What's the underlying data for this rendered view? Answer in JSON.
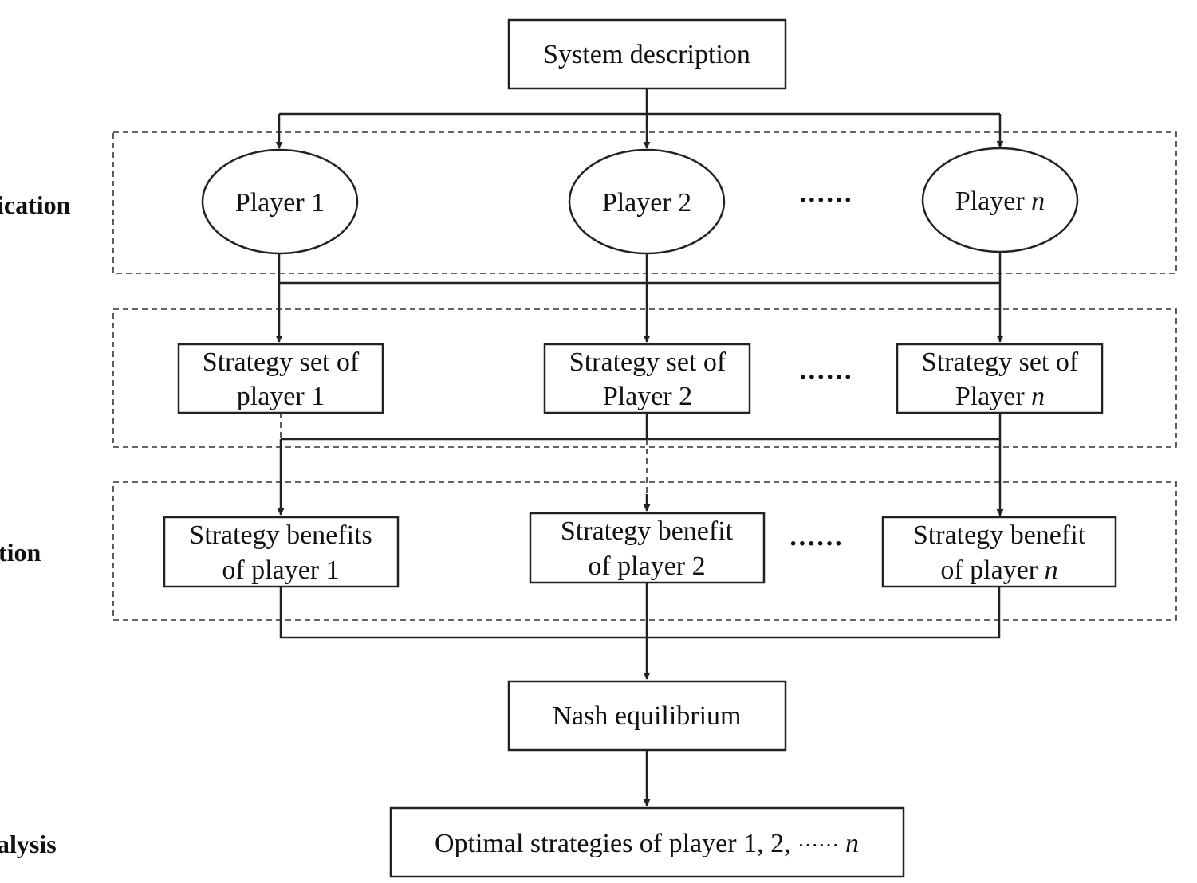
{
  "side_labels": {
    "top": "ication",
    "middle": "tion",
    "bottom": "alysis"
  },
  "system": "System description",
  "players": [
    {
      "prefix": "Player ",
      "num": "1"
    },
    {
      "prefix": "Player ",
      "num": "2"
    },
    {
      "prefix": "Player ",
      "num": "n"
    }
  ],
  "ellipsis": "······",
  "strategy_sets": [
    {
      "line1": "Strategy set of",
      "line2_prefix": "player ",
      "line2_num": "1"
    },
    {
      "line1": "Strategy set of",
      "line2_prefix": "Player ",
      "line2_num": "2"
    },
    {
      "line1": "Strategy set of",
      "line2_prefix": "Player ",
      "line2_num": "n"
    }
  ],
  "benefits": [
    {
      "line1": "Strategy benefits",
      "line2_prefix": "of player ",
      "line2_num": "1"
    },
    {
      "line1": "Strategy benefit",
      "line2_prefix": "of player ",
      "line2_num": "2"
    },
    {
      "line1": "Strategy benefit",
      "line2_prefix": "of player ",
      "line2_num": "n"
    }
  ],
  "nash": "Nash equilibrium",
  "optimal": {
    "prefix": "Optimal strategies of player 1, 2, ",
    "dots": "······",
    "num": "n"
  }
}
